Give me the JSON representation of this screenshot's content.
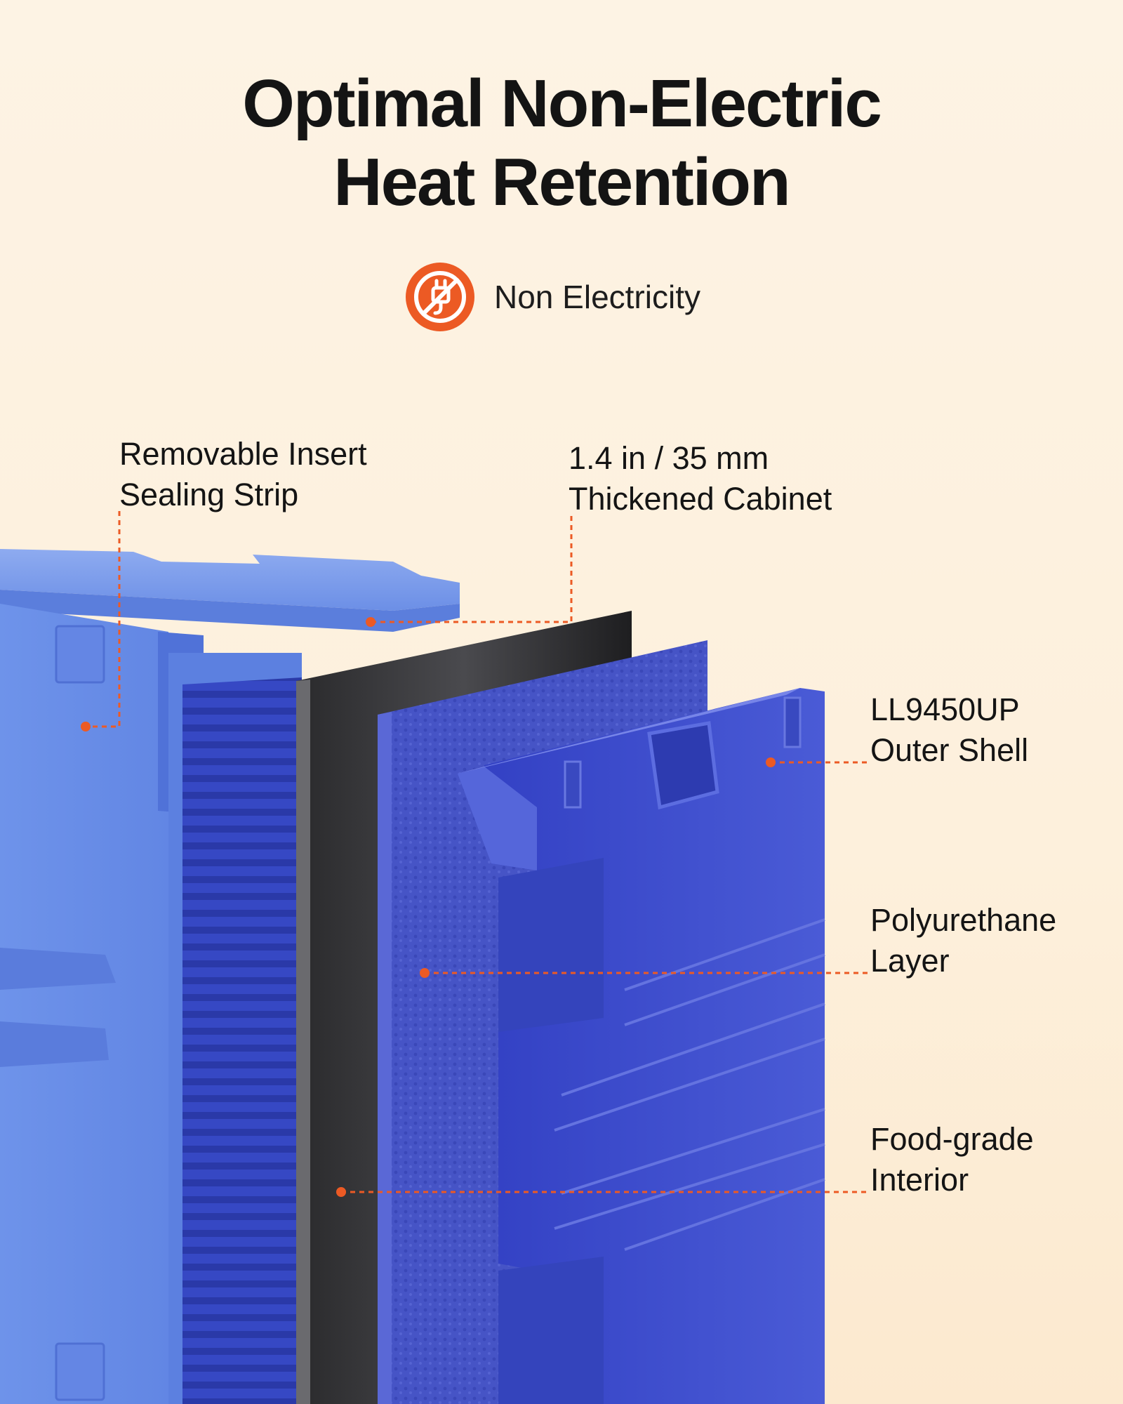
{
  "headline": {
    "line1": "Optimal Non-Electric",
    "line2": "Heat Retention"
  },
  "badge": {
    "icon": "no-plug-icon",
    "label": "Non Electricity",
    "color": "#ec5a24"
  },
  "callouts": [
    {
      "line1": "Removable Insert",
      "line2": "Sealing Strip"
    },
    {
      "line1": "1.4 in / 35 mm",
      "line2": "Thickened Cabinet"
    },
    {
      "line1": "LL9450UP",
      "line2": "Outer Shell"
    },
    {
      "line1": "Polyurethane",
      "line2": "Layer"
    },
    {
      "line1": "Food-grade",
      "line2": "Interior"
    }
  ],
  "colors": {
    "accent": "#ec5a24",
    "shell_light": "#6f96ea",
    "shell_dark": "#3e4fce",
    "foam": "#4a57c8",
    "steel": "#3a3a3a"
  }
}
